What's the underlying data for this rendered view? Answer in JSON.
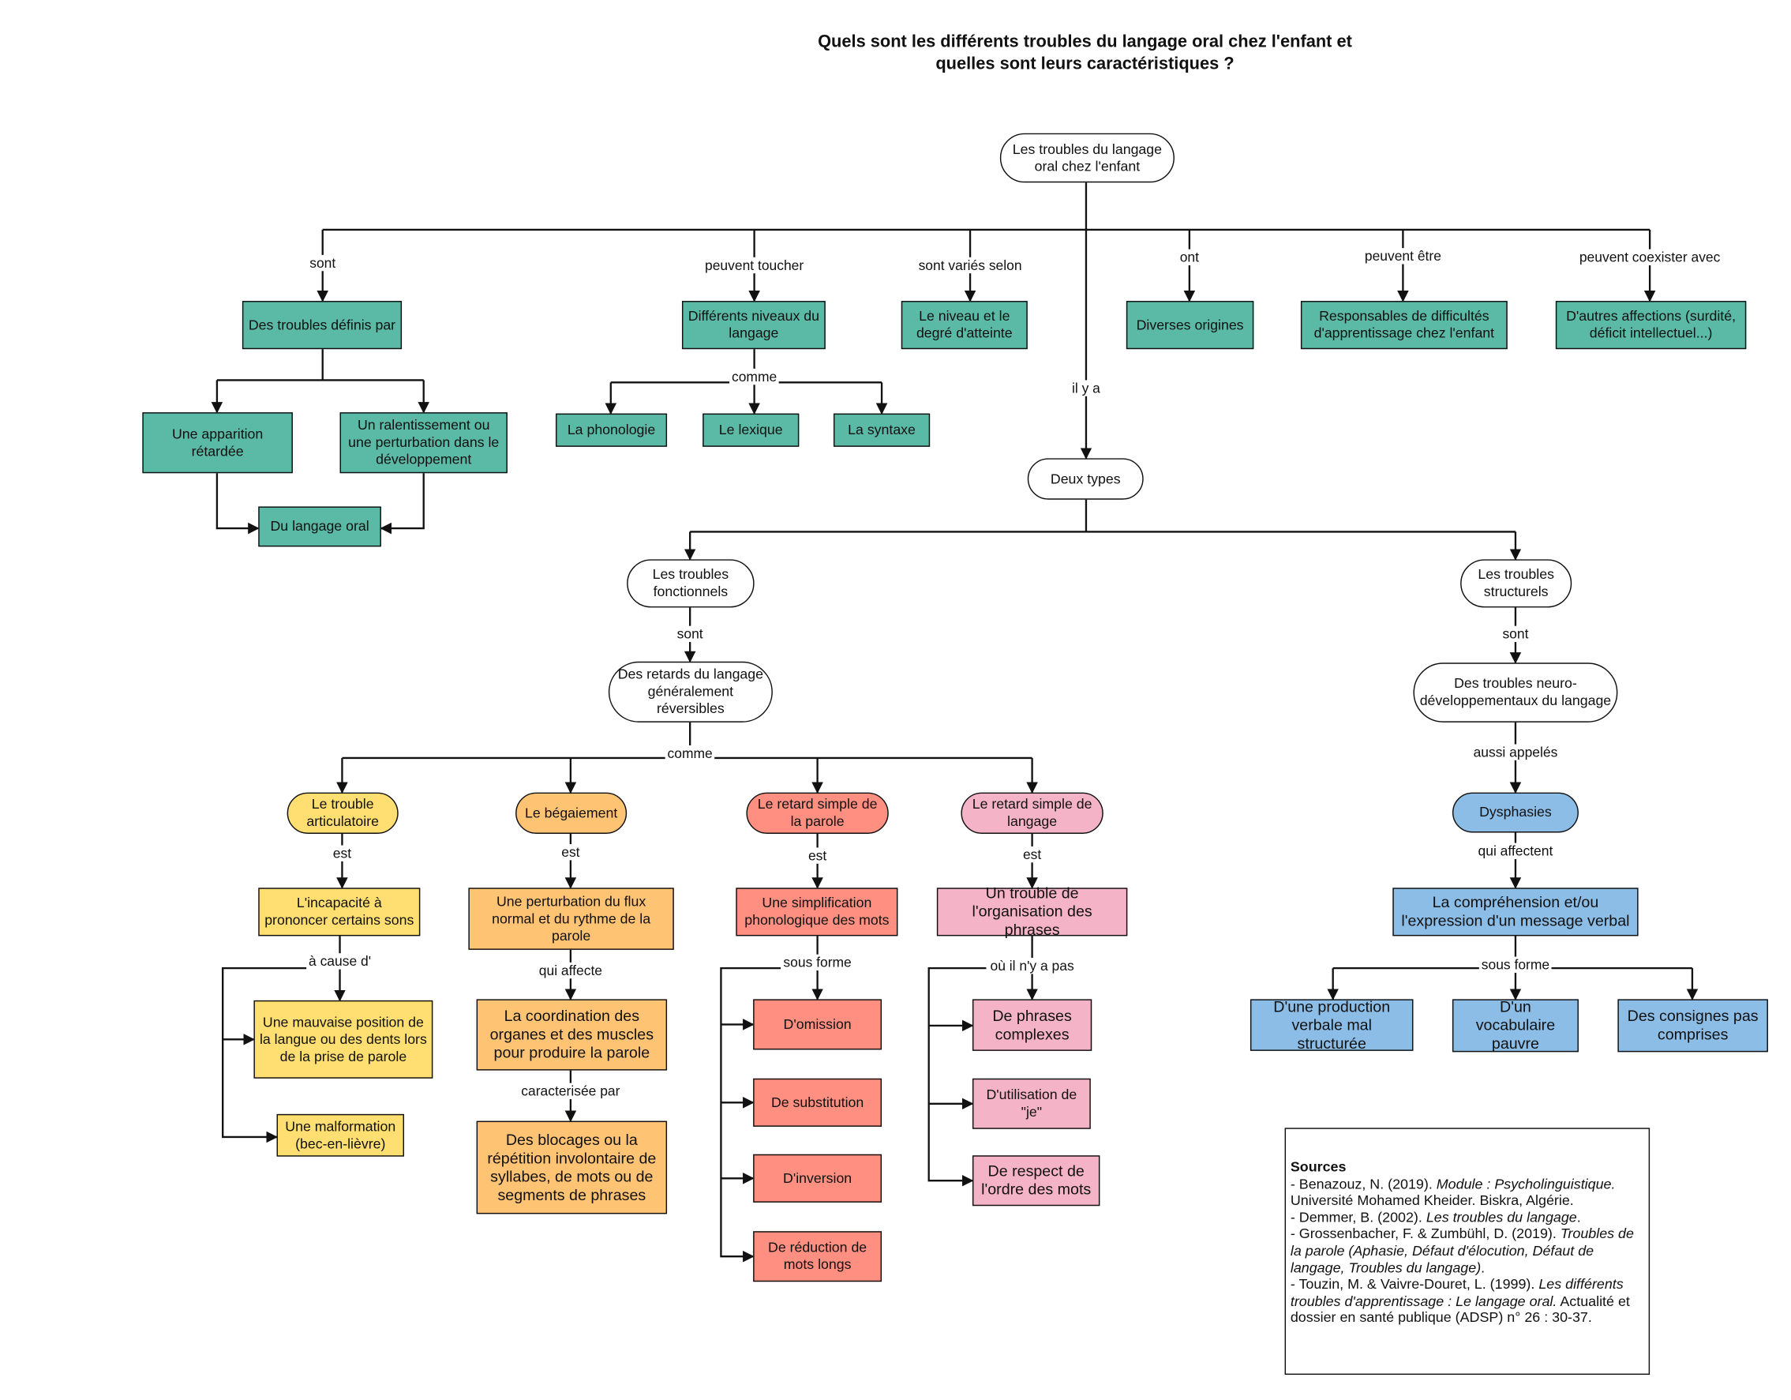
{
  "title": {
    "line1": "Quels sont les différents troubles du langage oral chez l'enfant et",
    "line2": "quelles sont leurs caractéristiques ?"
  },
  "colors": {
    "teal": "#5BBAA6",
    "yellow": "#FFDF71",
    "orange": "#FFC374",
    "red": "#FF8F80",
    "pink": "#F5B3C8",
    "blue": "#8BBDE6",
    "line": "#111111"
  },
  "root": "Les troubles du langage oral chez l'enfant",
  "top_branches": [
    {
      "label": "sont",
      "node": "Des troubles définis par"
    },
    {
      "label": "peuvent toucher",
      "node": "Différents niveaux du langage"
    },
    {
      "label": "sont variés selon",
      "node": "Le niveau et le degré d'atteinte"
    },
    {
      "label": "il y a",
      "node": "Deux types"
    },
    {
      "label": "ont",
      "node": "Diverses origines"
    },
    {
      "label": "peuvent être",
      "node": "Responsables de difficultés d'apprentissage chez l'enfant"
    },
    {
      "label": "peuvent coexister avec",
      "node": "D'autres affections (surdité, déficit intellectuel...)"
    }
  ],
  "definis": {
    "children": [
      "Une apparition rétardée",
      "Un ralentissement ou une perturbation dans le développement"
    ],
    "target": "Du langage oral"
  },
  "niveaux": {
    "label": "comme",
    "children": [
      "La phonologie",
      "Le lexique",
      "La syntaxe"
    ]
  },
  "types": {
    "fonctionnels": {
      "node": "Les troubles fonctionnels",
      "label": "sont",
      "sub": "Des retards du langage généralement réversibles",
      "sub_label": "comme"
    },
    "structurels": {
      "node": "Les troubles structurels",
      "label": "sont",
      "sub": "Des troubles neuro-développementaux du langage",
      "sub_label": "aussi appelés"
    }
  },
  "fonctionnels_children": [
    {
      "name": "Le trouble articulatoire",
      "est": "est",
      "def": "L'incapacité à prononcer certains sons",
      "link": "à cause d'",
      "items": [
        "Une mauvaise position de la langue ou des dents lors de la prise de parole",
        "Une malformation (bec-en-lièvre)"
      ]
    },
    {
      "name": "Le bégaiement",
      "est": "est",
      "def": "Une perturbation du flux normal et du rythme de la parole",
      "link": "qui affecte",
      "affects": "La coordination des organes et des muscles pour produire la parole",
      "link2": "caracterisée par",
      "charac": "Des blocages ou la répétition involontaire de syllabes, de mots ou de segments de phrases"
    },
    {
      "name": "Le retard simple de la parole",
      "est": "est",
      "def": "Une simplification phonologique des mots",
      "link": "sous forme",
      "items": [
        "D'omission",
        "De substitution",
        "D'inversion",
        "De réduction de mots longs"
      ]
    },
    {
      "name": "Le retard simple de langage",
      "est": "est",
      "def": "Un trouble de l'organisation des phrases",
      "link": "où il n'y a pas",
      "items": [
        "De phrases complexes",
        "D'utilisation de \"je\"",
        "De respect de l'ordre des mots"
      ]
    }
  ],
  "dysphasie": {
    "name": "Dysphasies",
    "link": "qui affectent",
    "def": "La compréhension et/ou l'expression d'un message verbal",
    "link2": "sous forme",
    "items": [
      "D'une production verbale mal structurée",
      "D'un vocabulaire pauvre",
      "Des consignes pas comprises"
    ]
  },
  "sources": {
    "heading": "Sources",
    "entries": [
      {
        "plain": "- Benazouz, N. (2019). ",
        "italic": "Module : Psycholinguistique.",
        "after": " Université Mohamed Kheider. Biskra, Algérie."
      },
      {
        "plain": "- Demmer, B. (2002). ",
        "italic": "Les troubles du langage",
        "after": "."
      },
      {
        "plain": "- Grossenbacher, F. & Zumbühl, D. (2019). ",
        "italic": "Troubles de la parole (Aphasie, Défaut d'élocution, Défaut de langage, Troubles du langage)",
        "after": "."
      },
      {
        "plain": "- Touzin, M. & Vaivre-Douret, L. (1999). ",
        "italic": "Les différents troubles d'apprentissage : Le langage oral.",
        "after": " Actualité et dossier en santé publique (ADSP) n° 26 : 30-37."
      }
    ]
  }
}
